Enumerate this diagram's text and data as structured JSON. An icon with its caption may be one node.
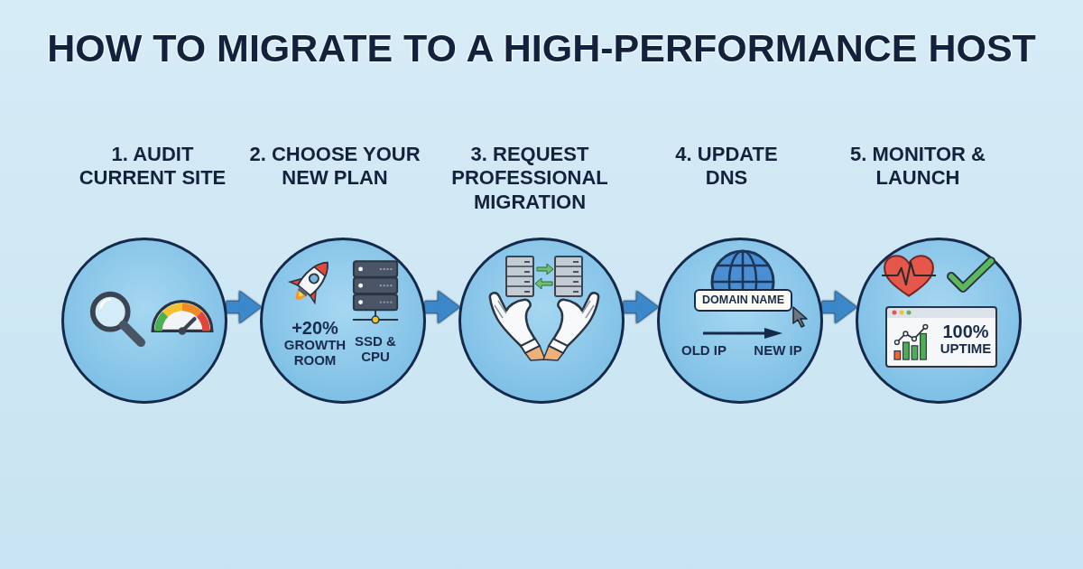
{
  "diagram": {
    "title": "HOW TO MIGRATE TO A HIGH-PERFORMANCE HOST",
    "nodes": [
      {
        "text": [
          "1. AUDIT CURRENT SITE"
        ]
      },
      {
        "text": [
          "2. CHOOSE YOUR NEW PLAN",
          "+20% GROWTH ROOM",
          "SSD & CPU"
        ]
      },
      {
        "text": [
          "3. REQUEST PROFESSIONAL MIGRATION"
        ]
      },
      {
        "text": [
          "4. UPDATE DNS",
          "OLD IP",
          "NEW IP"
        ]
      },
      {
        "text": [
          "DOMAIN NAME"
        ],
        "in": 3
      },
      {
        "text": [
          "5. MONITOR & LAUNCH"
        ]
      },
      {
        "text": [
          "100% UPTIME"
        ],
        "in": 5
      }
    ],
    "edges": [
      {
        "from": 0,
        "to": 1,
        "arrow": "to"
      },
      {
        "from": 1,
        "to": 2,
        "arrow": "to"
      },
      {
        "from": 2,
        "to": 3,
        "arrow": "to"
      },
      {
        "from": 3,
        "to": 5,
        "arrow": "to"
      }
    ]
  }
}
